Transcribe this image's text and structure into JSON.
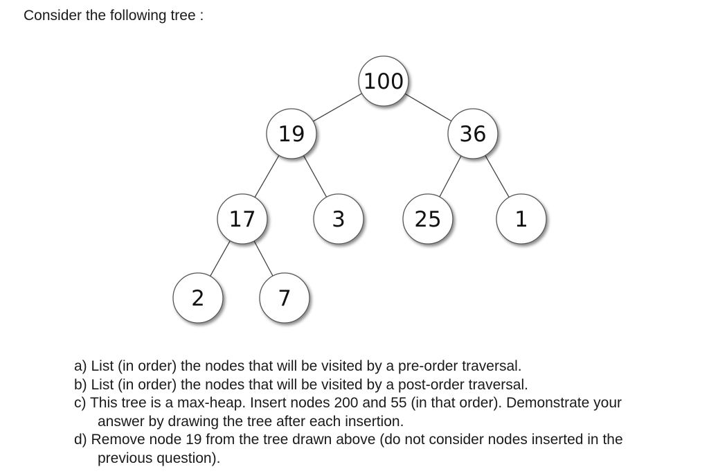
{
  "intro": "Consider the following tree :",
  "tree": {
    "nodes": [
      {
        "id": "n100",
        "label": "100"
      },
      {
        "id": "n19",
        "label": "19"
      },
      {
        "id": "n36",
        "label": "36"
      },
      {
        "id": "n17",
        "label": "17"
      },
      {
        "id": "n3",
        "label": "3"
      },
      {
        "id": "n25",
        "label": "25"
      },
      {
        "id": "n1",
        "label": "1"
      },
      {
        "id": "n2",
        "label": "2"
      },
      {
        "id": "n7",
        "label": "7"
      }
    ],
    "edges": [
      [
        "n100",
        "n19"
      ],
      [
        "n100",
        "n36"
      ],
      [
        "n19",
        "n17"
      ],
      [
        "n19",
        "n3"
      ],
      [
        "n36",
        "n25"
      ],
      [
        "n36",
        "n1"
      ],
      [
        "n17",
        "n2"
      ],
      [
        "n17",
        "n7"
      ]
    ]
  },
  "questions": {
    "a": "a) List (in order) the nodes that will be visited by a pre-order traversal.",
    "b": "b) List (in order) the nodes that will be visited by a post-order traversal.",
    "c_line1": "c) This tree is a max-heap. Insert nodes 200 and 55 (in that order). Demonstrate your",
    "c_line2": "answer by drawing the tree after each insertion.",
    "d_line1": "d) Remove node 19 from the tree drawn above (do not consider nodes inserted in the",
    "d_line2": "previous question)."
  }
}
